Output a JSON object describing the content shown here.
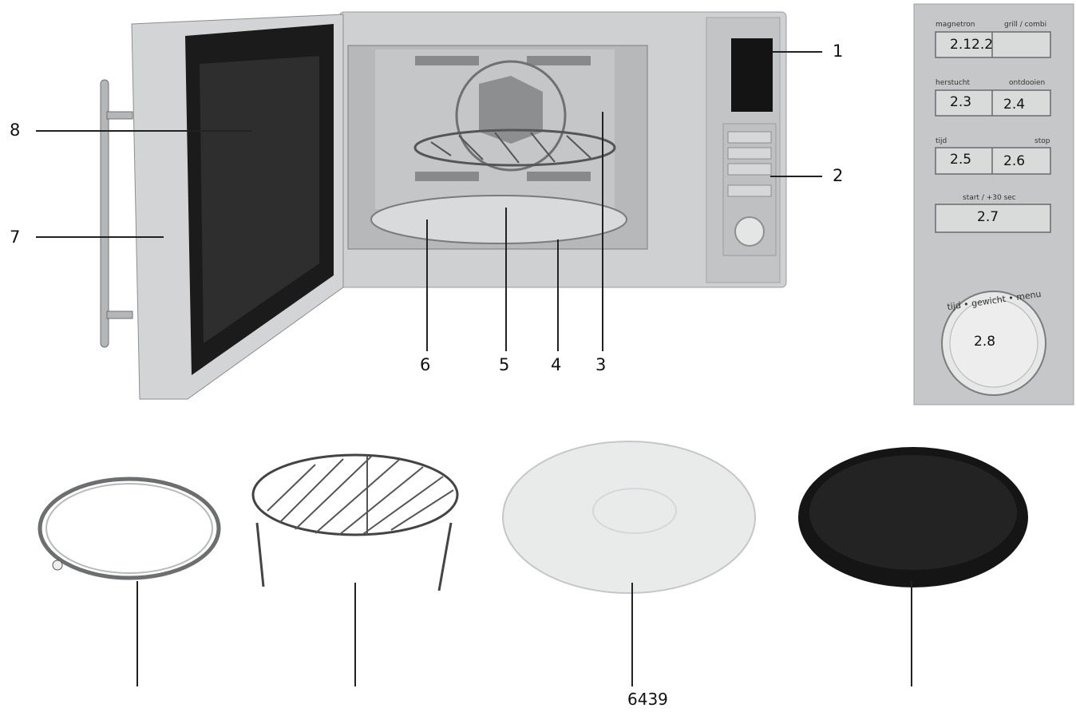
{
  "callouts": {
    "c1": "1",
    "c2": "2",
    "c3": "3",
    "c4": "4",
    "c5": "5",
    "c6": "6",
    "c7": "7",
    "c8": "8",
    "bottom_label": "6439"
  },
  "panel": {
    "magnetron": "magnetron",
    "grill_combi": "grill / combi",
    "herstucht": "herstucht",
    "ontdooien": "ontdooien",
    "tijd": "tijd",
    "stop": "stop",
    "start": "start / +30 sec",
    "dial_text": "tijd • gewicht • menu",
    "b21_22": "2.12.2",
    "b23": "2.3",
    "b24": "2.4",
    "b25": "2.5",
    "b26": "2.6",
    "b27": "2.7",
    "b28": "2.8"
  },
  "colors": {
    "body": "#cfd0d1",
    "cavity": "#b9bbbd",
    "door_dark": "#1b1b1b",
    "panel_bg": "#c6c7c8",
    "plate_white": "#e9eaea",
    "tray_black": "#151515"
  }
}
